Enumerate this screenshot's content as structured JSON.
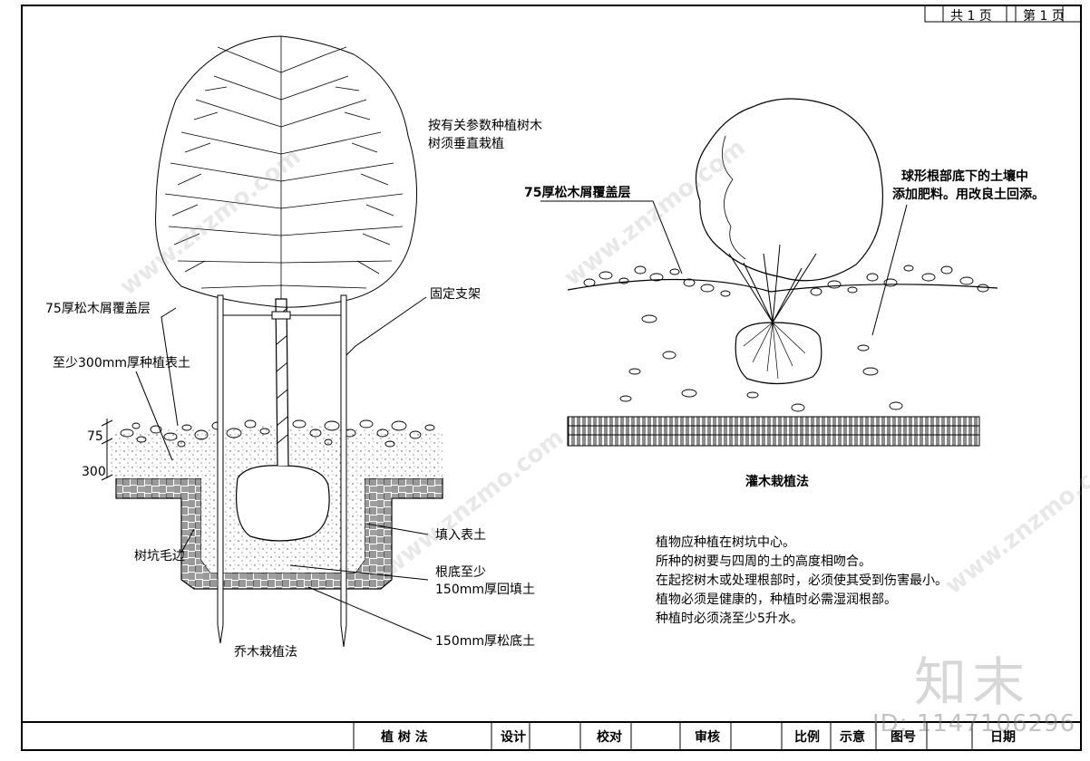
{
  "pager": {
    "total": "共 1 页",
    "current": "第 1 页"
  },
  "tree_section": {
    "note_line1": "按有关参数种植树木",
    "note_line2": "树须垂直栽植",
    "mulch_label": "75厚松木屑覆盖层",
    "topsoil_label": "至少300mm厚种植表土",
    "stake_label": "固定支架",
    "dim_75": "75",
    "dim_300": "300",
    "pit_edge_label": "树坑毛边",
    "fill_label": "填入表土",
    "backfill_label_1": "根底至少",
    "backfill_label_2": "150mm厚回填土",
    "subsoil_label": "150mm厚松底土",
    "caption": "乔木栽植法"
  },
  "shrub_section": {
    "mulch_label": "75厚松木屑覆盖层",
    "fert_label_1": "球形根部底下的土壤中",
    "fert_label_2": "添加肥料。用改良土回添。",
    "caption": "灌木栽植法"
  },
  "notes": [
    "植物应种植在树坑中心。",
    "所种的树要与四周的土的高度相吻合。",
    "在起挖树木或处理根部时，必须使其受到伤害最小。",
    "植物必须是健康的，种植时必需湿润根部。",
    "种植时必须浇至少5升水。"
  ],
  "title_block": {
    "drawing_name": "植 树 法",
    "design": "设计",
    "check": "校对",
    "review": "审核",
    "scale": "比例",
    "schematic": "示意",
    "drawing_no": "图号",
    "date": "日期"
  },
  "watermark": {
    "text": "www.znzmo.com",
    "brand": "知末",
    "id": "ID: 1147106296"
  }
}
